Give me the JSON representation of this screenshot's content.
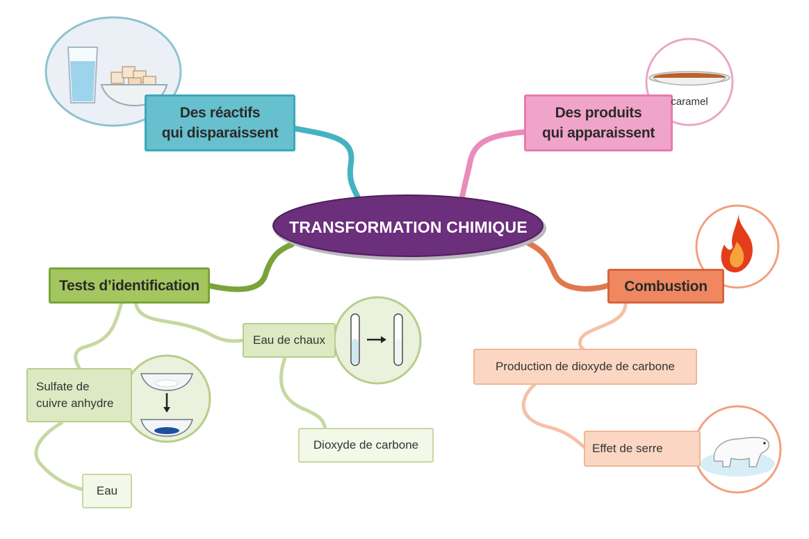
{
  "central": {
    "label": "TRANSFORMATION CHIMIQUE"
  },
  "branches": {
    "reactifs": {
      "line1": "Des réactifs",
      "line2": "qui disparaissent"
    },
    "produits": {
      "line1": "Des produits",
      "line2": "qui apparaissent",
      "image_caption": "caramel"
    },
    "tests": {
      "label": "Tests d’identification",
      "chaux": "Eau de chaux",
      "dioxyde": "Dioxyde de carbone",
      "sulfate_line1": "Sulfate de",
      "sulfate_line2": "cuivre anhydre",
      "eau": "Eau"
    },
    "combustion": {
      "label": "Combustion",
      "production": "Production de dioxyde de carbone",
      "serre": "Effet de serre"
    }
  },
  "icons": [
    "water-glass-icon",
    "sugar-bowl-icon",
    "caramel-dish-icon",
    "flame-icon",
    "test-tube-icon",
    "arrow-right-icon",
    "dish-icon",
    "arrow-down-icon",
    "polar-bear-icon"
  ],
  "colors": {
    "central": "#6b2f7c",
    "reactifs": "#67c0cd",
    "produits": "#f1a4c9",
    "tests": "#a3c65e",
    "combustion": "#ef8860",
    "tests_light": "#dde9c3",
    "combustion_light": "#fbd7c3"
  }
}
